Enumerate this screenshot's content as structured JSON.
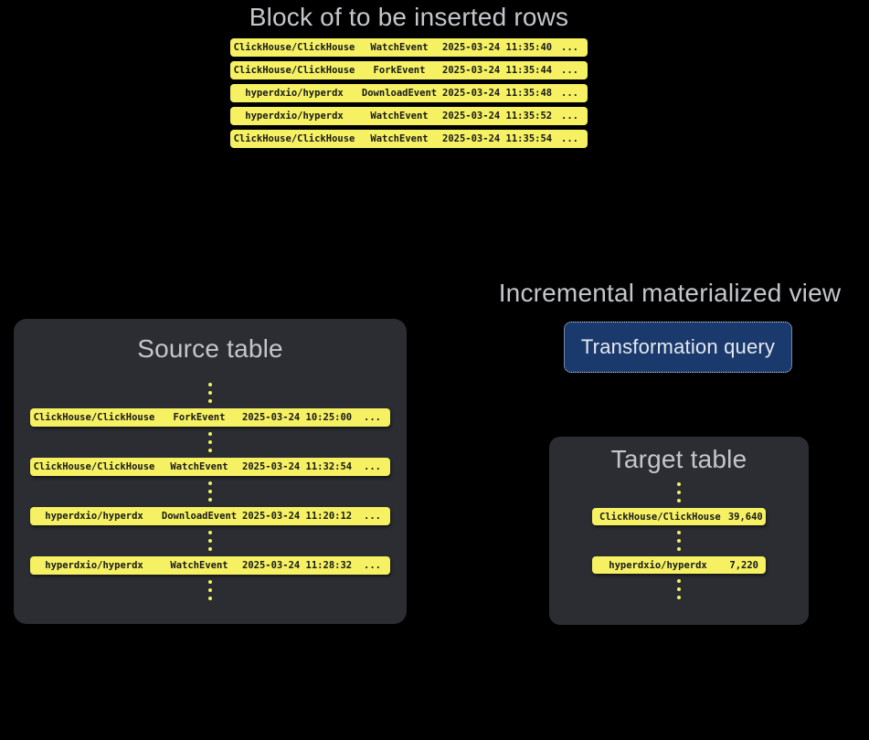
{
  "colors": {
    "background": "#000000",
    "box_bg": "#2b2d32",
    "row_yellow": "#f5f162",
    "dot_yellow": "#f5f162",
    "row_text": "#17181b",
    "title_gray": "#c3c6cb",
    "button_bg": "#1a3a6e",
    "button_border": "#d4d7db",
    "button_text": "#e6e9ed"
  },
  "insert_block": {
    "title": "Block of to be inserted rows",
    "rows": [
      {
        "repo": "ClickHouse/ClickHouse",
        "event": "WatchEvent",
        "timestamp": "2025-03-24 11:35:40",
        "more": "..."
      },
      {
        "repo": "ClickHouse/ClickHouse",
        "event": "ForkEvent",
        "timestamp": "2025-03-24 11:35:44",
        "more": "..."
      },
      {
        "repo": "hyperdxio/hyperdx",
        "event": "DownloadEvent",
        "timestamp": "2025-03-24 11:35:48",
        "more": "..."
      },
      {
        "repo": "hyperdxio/hyperdx",
        "event": "WatchEvent",
        "timestamp": "2025-03-24 11:35:52",
        "more": "..."
      },
      {
        "repo": "ClickHouse/ClickHouse",
        "event": "WatchEvent",
        "timestamp": "2025-03-24 11:35:54",
        "more": "..."
      }
    ]
  },
  "materialized_view": {
    "title": "Incremental materialized view",
    "button_label": "Transformation query"
  },
  "source_table": {
    "title": "Source table",
    "rows": [
      {
        "repo": "ClickHouse/ClickHouse",
        "event": "ForkEvent",
        "timestamp": "2025-03-24 10:25:00",
        "more": "..."
      },
      {
        "repo": "ClickHouse/ClickHouse",
        "event": "WatchEvent",
        "timestamp": "2025-03-24 11:32:54",
        "more": "..."
      },
      {
        "repo": "hyperdxio/hyperdx",
        "event": "DownloadEvent",
        "timestamp": "2025-03-24 11:20:12",
        "more": "..."
      },
      {
        "repo": "hyperdxio/hyperdx",
        "event": "WatchEvent",
        "timestamp": "2025-03-24 11:28:32",
        "more": "..."
      }
    ]
  },
  "target_table": {
    "title": "Target table",
    "rows": [
      {
        "repo": "ClickHouse/ClickHouse",
        "count": "39,640"
      },
      {
        "repo": "hyperdxio/hyperdx",
        "count": "7,220"
      }
    ]
  }
}
